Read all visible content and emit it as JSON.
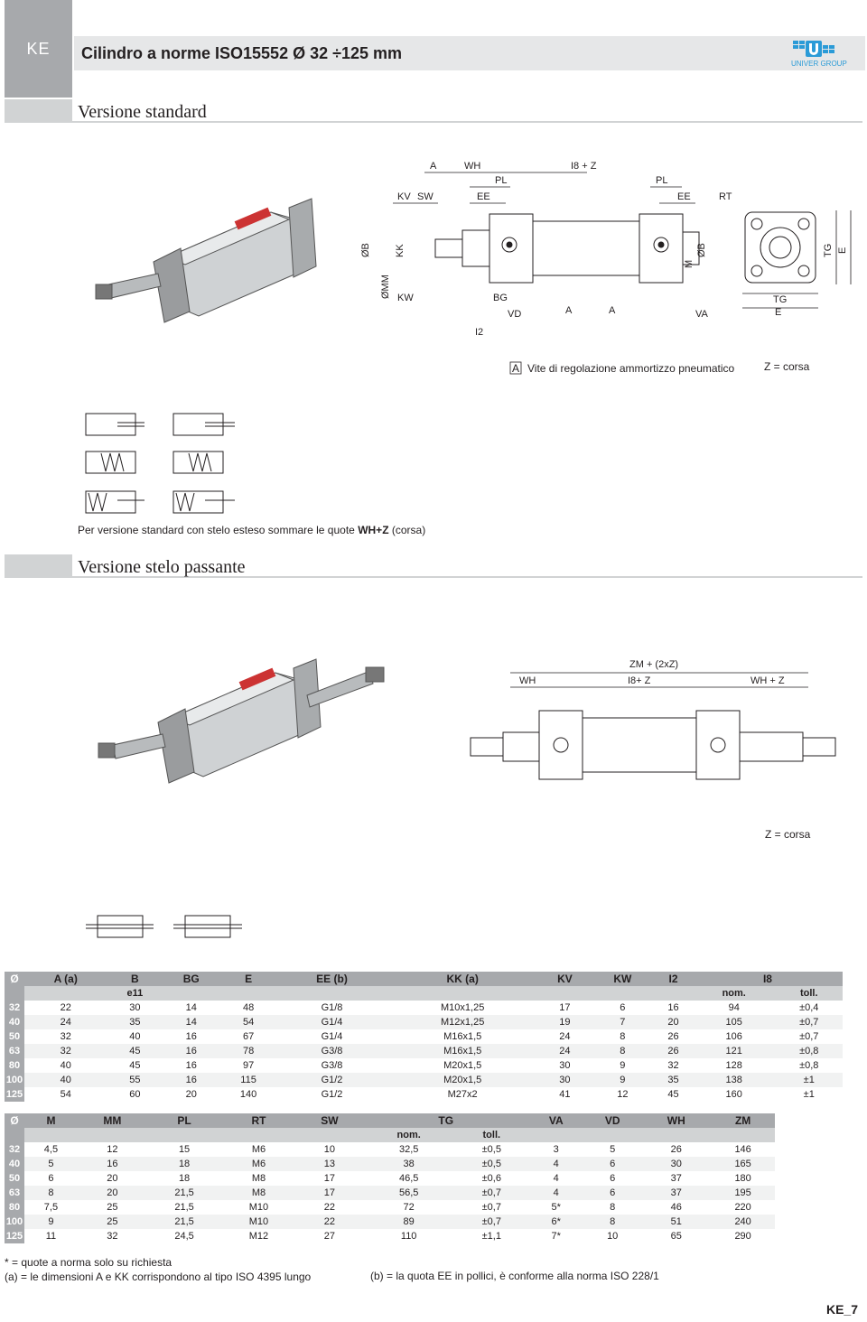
{
  "header": {
    "code": "KE",
    "title": "Cilindro a norme ISO15552 Ø 32 ÷125 mm",
    "logo_text": "UNIVER GROUP"
  },
  "section_standard": {
    "title": "Versione standard",
    "dims_top": [
      "A",
      "WH",
      "I8 + Z",
      "PL",
      "PL",
      "KV",
      "SW",
      "EE",
      "EE",
      "RT"
    ],
    "dims_side": [
      "ØB",
      "KK",
      "ØMM",
      "KW",
      "BG",
      "VD",
      "A",
      "A",
      "M",
      "ØB",
      "VA",
      "I2",
      "TG",
      "E",
      "TG",
      "E"
    ],
    "legend_box": "A",
    "legend_text": "Vite di regolazione ammortizzo pneumatico",
    "z_note": "Z = corsa",
    "note": "Per versione standard con stelo esteso sommare le quote",
    "note_bold": "WH+Z",
    "note_tail": "(corsa)"
  },
  "section_through": {
    "title": "Versione stelo passante",
    "dims": [
      "ZM + (2xZ)",
      "WH",
      "I8+ Z",
      "WH + Z"
    ],
    "z_note": "Z = corsa"
  },
  "table1": {
    "headers": [
      "Ø",
      "A (a)",
      "B",
      "BG",
      "E",
      "EE (b)",
      "KK (a)",
      "KV",
      "KW",
      "I2",
      "I8"
    ],
    "subheaders": [
      "",
      "",
      "e11",
      "",
      "",
      "",
      "",
      "",
      "",
      "",
      "nom.",
      "toll."
    ],
    "rows": [
      [
        "32",
        "22",
        "30",
        "14",
        "48",
        "G1/8",
        "M10x1,25",
        "17",
        "6",
        "16",
        "94",
        "±0,4"
      ],
      [
        "40",
        "24",
        "35",
        "14",
        "54",
        "G1/4",
        "M12x1,25",
        "19",
        "7",
        "20",
        "105",
        "±0,7"
      ],
      [
        "50",
        "32",
        "40",
        "16",
        "67",
        "G1/4",
        "M16x1,5",
        "24",
        "8",
        "26",
        "106",
        "±0,7"
      ],
      [
        "63",
        "32",
        "45",
        "16",
        "78",
        "G3/8",
        "M16x1,5",
        "24",
        "8",
        "26",
        "121",
        "±0,8"
      ],
      [
        "80",
        "40",
        "45",
        "16",
        "97",
        "G3/8",
        "M20x1,5",
        "30",
        "9",
        "32",
        "128",
        "±0,8"
      ],
      [
        "100",
        "40",
        "55",
        "16",
        "115",
        "G1/2",
        "M20x1,5",
        "30",
        "9",
        "35",
        "138",
        "±1"
      ],
      [
        "125",
        "54",
        "60",
        "20",
        "140",
        "G1/2",
        "M27x2",
        "41",
        "12",
        "45",
        "160",
        "±1"
      ]
    ]
  },
  "table2": {
    "headers": [
      "Ø",
      "M",
      "MM",
      "PL",
      "RT",
      "SW",
      "TG",
      "VA",
      "VD",
      "WH",
      "ZM"
    ],
    "subheaders": [
      "",
      "",
      "",
      "",
      "",
      "",
      "nom.",
      "toll.",
      "",
      "",
      "",
      ""
    ],
    "rows": [
      [
        "32",
        "4,5",
        "12",
        "15",
        "M6",
        "10",
        "32,5",
        "±0,5",
        "3",
        "5",
        "26",
        "146"
      ],
      [
        "40",
        "5",
        "16",
        "18",
        "M6",
        "13",
        "38",
        "±0,5",
        "4",
        "6",
        "30",
        "165"
      ],
      [
        "50",
        "6",
        "20",
        "18",
        "M8",
        "17",
        "46,5",
        "±0,6",
        "4",
        "6",
        "37",
        "180"
      ],
      [
        "63",
        "8",
        "20",
        "21,5",
        "M8",
        "17",
        "56,5",
        "±0,7",
        "4",
        "6",
        "37",
        "195"
      ],
      [
        "80",
        "7,5",
        "25",
        "21,5",
        "M10",
        "22",
        "72",
        "±0,7",
        "5*",
        "8",
        "46",
        "220"
      ],
      [
        "100",
        "9",
        "25",
        "21,5",
        "M10",
        "22",
        "89",
        "±0,7",
        "6*",
        "8",
        "51",
        "240"
      ],
      [
        "125",
        "11",
        "32",
        "24,5",
        "M12",
        "27",
        "110",
        "±1,1",
        "7*",
        "10",
        "65",
        "290"
      ]
    ]
  },
  "notes": {
    "star": "* = quote a norma solo su richiesta",
    "a": "(a) = le dimensioni A e KK corrispondono al tipo ISO 4395 lungo",
    "b": "(b) = la quota EE in pollici, è conforme alla norma ISO 228/1"
  },
  "page": "KE_7",
  "colors": {
    "header_grey": "#a7a9ac",
    "light_grey": "#d1d3d4",
    "row_alt": "#f1f2f2",
    "logo_blue": "#2b9bd7"
  }
}
